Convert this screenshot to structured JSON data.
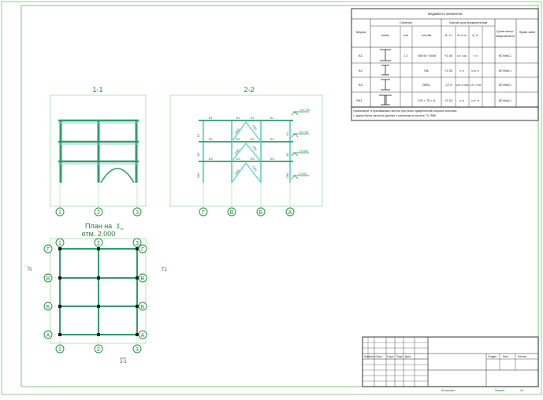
{
  "colors": {
    "frame": "#8fd18f",
    "beam": "#2f9d6a",
    "beam_light": "#7fd7d0",
    "dark": "#1a1a1a",
    "axis_circle": "#1b8a3a",
    "label_green": "#1a6e2e"
  },
  "sections": {
    "s11": {
      "title": "1-1",
      "axes": [
        "1",
        "2",
        "3"
      ]
    },
    "s22": {
      "title": "2-2",
      "axes": [
        "Г",
        "В",
        "Б",
        "А"
      ],
      "levels": [
        "+10.700",
        "+8.700",
        "+4.500",
        "0.000"
      ]
    }
  },
  "plan": {
    "title_line1": "План на",
    "title_sym": "Σ",
    "title_sub": "нт",
    "title_line2": "отм. 2.000",
    "row_axes": [
      "Г",
      "В",
      "Б",
      "А"
    ],
    "col_axes": [
      "1",
      "2",
      "3"
    ],
    "side_mark_left": "2Г",
    "side_mark_right": "Т1",
    "bottom_mark": "2-1"
  },
  "spec": {
    "title": "Ведомость элементов",
    "col_mark": "Марка",
    "col_section": "Сечение",
    "col_forces": "Усилие для прикрепления",
    "col_group": "Группа констр.",
    "col_steel": "Марка металла",
    "col_note": "Приме-чание",
    "sub_sketch": "эскиз",
    "sub_pos": "поз",
    "sub_comp": "состав",
    "sub_n": "N, тс",
    "sub_m": "M, тс·м",
    "sub_q": "Q, тс",
    "rows": [
      {
        "mark": "Б1",
        "pos": "1 2",
        "comp": "−250×16 −400×8",
        "n": "+2.40",
        "m": "16 / 0.00",
        "q": "7 / 0",
        "steel": "ВСт3пс6-1"
      },
      {
        "mark": "Б2",
        "pos": "",
        "comp": "I36",
        "n": "+1.34",
        "m": "3 / 0",
        "q": "3.40 / 0",
        "steel": "ВСт3пс6-1"
      },
      {
        "mark": "Б3",
        "pos": "",
        "comp": "I30Б1",
        "n": "-17.6",
        "m": "4.66 / 0.030",
        "q": "1.27 / 0.00",
        "steel": "ВСт3пс6-1"
      },
      {
        "mark": "ОК1",
        "pos": "",
        "comp": "175 × 75 × 6",
        "n": "+2.24",
        "m": "0 / 0",
        "q": "0.37 / 0",
        "steel": "ВСт3пс6-1"
      }
    ],
    "notes": [
      "Примечание: в принимаемых местах при узлах прикреплений опорных сечениях",
      "1. марки балок смотреть данные и указанные в расчете 70-75ВК"
    ]
  },
  "stamp": {
    "h1": "Изм.",
    "h2": "Кол.уч",
    "h3": "Лист",
    "h4": "N док",
    "h5": "Подп.",
    "h6": "Дата",
    "stage": "Стадия",
    "sheet": "Лист",
    "sheets": "Листов",
    "copied": "Копировал",
    "format": "Формат",
    "format_val": "А3"
  }
}
